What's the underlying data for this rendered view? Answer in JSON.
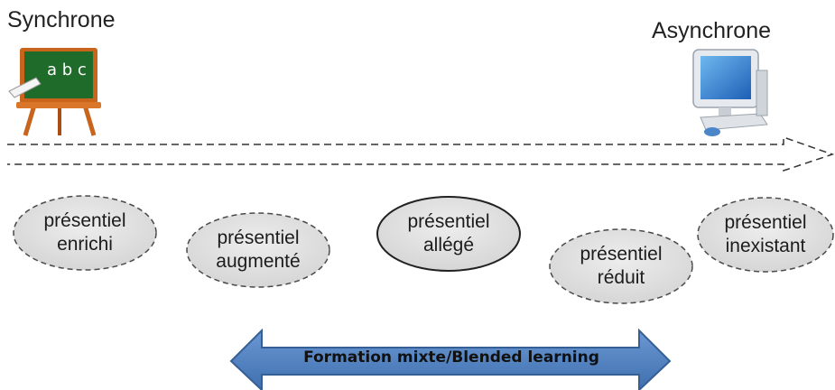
{
  "axis": {
    "left_label": "Synchrone",
    "right_label": "Asynchrone"
  },
  "icons": {
    "left": "chalkboard-icon",
    "right": "computer-icon",
    "chalkboard_text": "a b c"
  },
  "modes": [
    {
      "line1": "présentiel",
      "line2": "enrichi"
    },
    {
      "line1": "présentiel",
      "line2": "augmenté"
    },
    {
      "line1": "présentiel",
      "line2": "allégé"
    },
    {
      "line1": "présentiel",
      "line2": "réduit"
    },
    {
      "line1": "présentiel",
      "line2": "inexistant"
    }
  ],
  "banner": {
    "label": "Formation mixte/Blended learning",
    "color": "#4f81bd"
  },
  "colors": {
    "ellipse_fill": "#e3e3e3",
    "ellipse_stroke": "#4a4a4a",
    "chalkboard_green": "#1f6b2a",
    "easel_wood": "#c8641c"
  }
}
